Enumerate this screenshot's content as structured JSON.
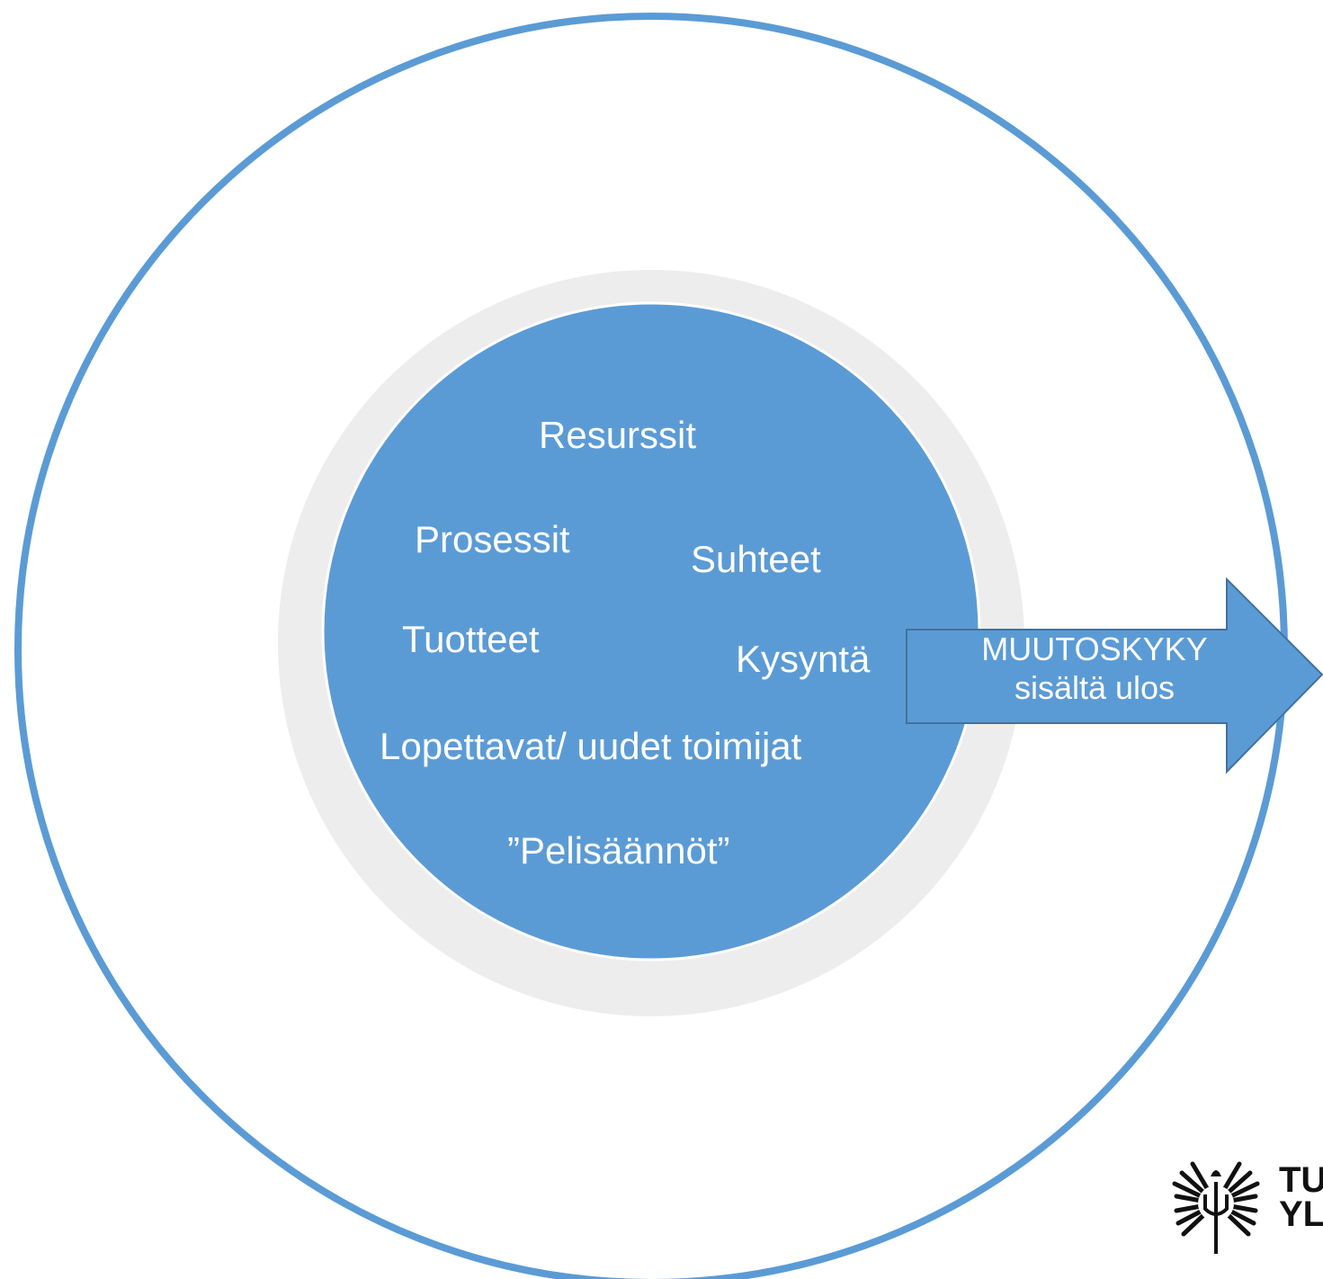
{
  "diagram": {
    "center_labels": {
      "resources": "Resurssit",
      "processes": "Prosessit",
      "relations": "Suhteet",
      "products": "Tuotteet",
      "demand": "Kysyntä",
      "actors": "Lopettavat/ uudet toimijat",
      "rules": "”Pelisäännöt”"
    },
    "arrow": {
      "line1": "MUUTOSKYKY",
      "line2": "sisältä ulos"
    }
  },
  "logo": {
    "line1": "TU",
    "line2": "YL"
  },
  "colors": {
    "accent_blue": "#5B9BD5",
    "outer_ring": "#5B9BD5",
    "gray_ring": "#EDEDED",
    "arrow_border": "#41719C",
    "text_light": "#FFFFFF"
  }
}
